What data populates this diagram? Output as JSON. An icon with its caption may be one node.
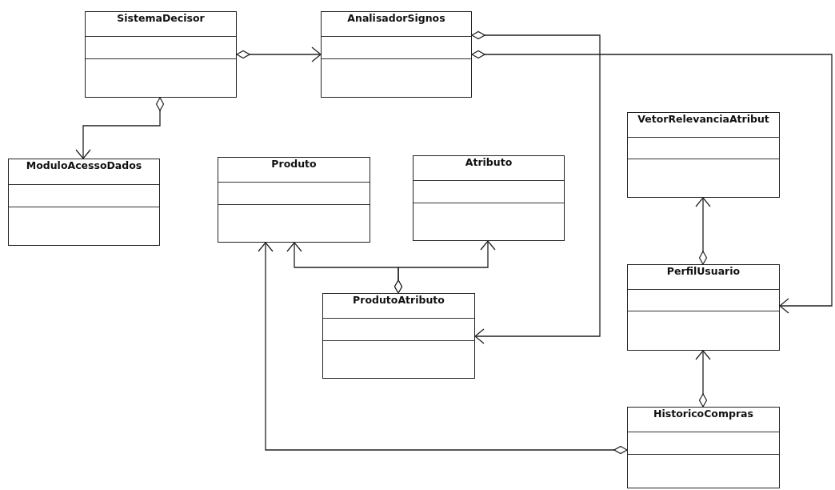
{
  "diagram": {
    "nodes": [
      {
        "text": [
          "SistemaDecisor"
        ]
      },
      {
        "text": [
          "AnalisadorSignos"
        ]
      },
      {
        "text": [
          "ModuloAcessoDados"
        ]
      },
      {
        "text": [
          "Produto"
        ]
      },
      {
        "text": [
          "Atributo"
        ]
      },
      {
        "text": [
          "VetorRelevanciaAtribut"
        ]
      },
      {
        "text": [
          "ProdutoAtributo"
        ]
      },
      {
        "text": [
          "PerfilUsuario"
        ]
      },
      {
        "text": [
          "HistoricoCompras"
        ]
      }
    ],
    "edges": [
      {
        "from": 0,
        "to": 1,
        "arrow": "to"
      },
      {
        "from": 0,
        "to": 2,
        "arrow": "to"
      },
      {
        "from": 1,
        "to": 6,
        "arrow": "to"
      },
      {
        "from": 1,
        "to": 7,
        "arrow": "to"
      },
      {
        "from": 6,
        "to": 3,
        "arrow": "to"
      },
      {
        "from": 6,
        "to": 4,
        "arrow": "to"
      },
      {
        "from": 7,
        "to": 5,
        "arrow": "to"
      },
      {
        "from": 8,
        "to": 7,
        "arrow": "to"
      },
      {
        "from": 8,
        "to": 3,
        "arrow": "to"
      }
    ]
  }
}
